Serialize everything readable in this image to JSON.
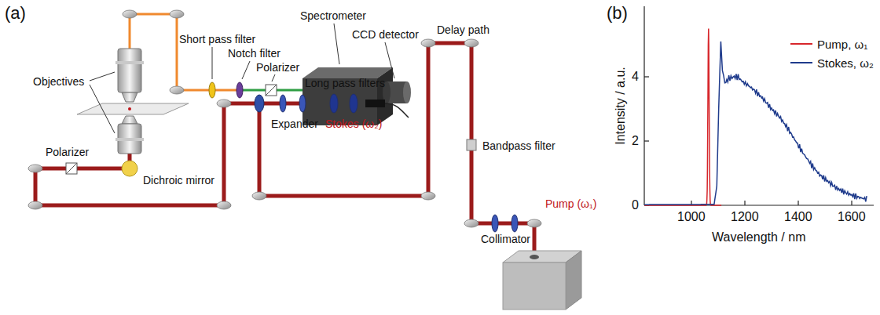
{
  "diagram": {
    "labels": [
      "(a)",
      "Objectives",
      "Short pass filter",
      "Notch filter",
      "Polarizer",
      "Spectrometer",
      "CCD detector",
      "Delay path",
      "Bandpass filter",
      "Dichroic mirror",
      "Long pass filters",
      "Expander",
      "Stokes (ω₂)",
      "Pump (ω₁)",
      "Collimator",
      "Polarizer",
      "(b)",
      "Intensity / a.u.",
      "0",
      "2",
      "4",
      "1000",
      "1200",
      "1400",
      "1600",
      "Wavelength / nm"
    ],
    "legend": [
      {
        "text": "Pump, ω₁"
      },
      {
        "text": "Stokes, ω₂"
      }
    ]
  }
}
